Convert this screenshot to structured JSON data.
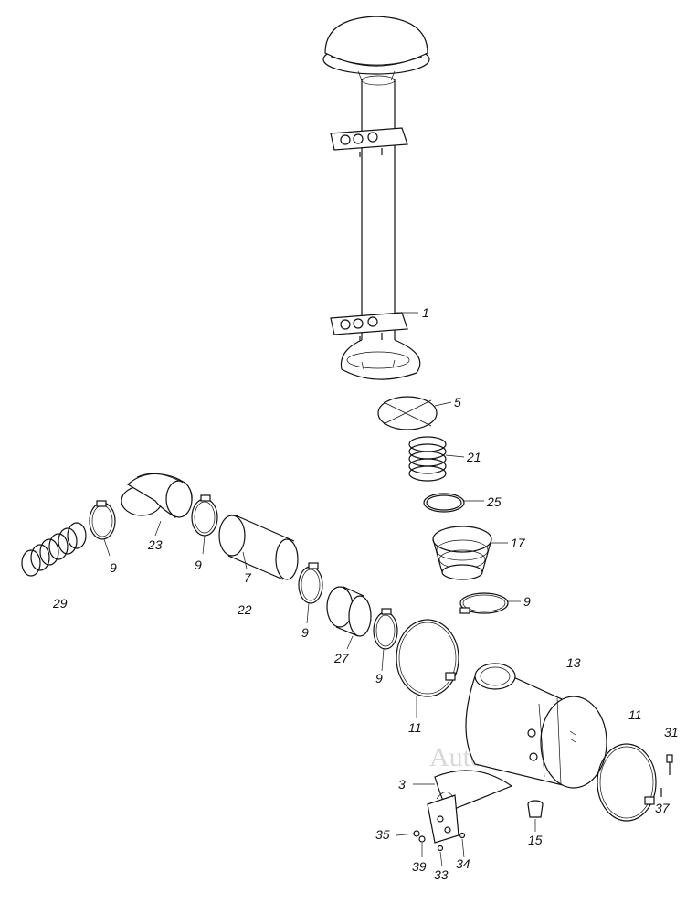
{
  "watermark": "Autocart",
  "callouts": [
    {
      "id": "c1",
      "text": "1"
    },
    {
      "id": "c5",
      "text": "5"
    },
    {
      "id": "c21",
      "text": "21"
    },
    {
      "id": "c25",
      "text": "25"
    },
    {
      "id": "c17",
      "text": "17"
    },
    {
      "id": "c9a",
      "text": "9"
    },
    {
      "id": "c13",
      "text": "13"
    },
    {
      "id": "c11r",
      "text": "11"
    },
    {
      "id": "c31",
      "text": "31"
    },
    {
      "id": "c37",
      "text": "37"
    },
    {
      "id": "c23",
      "text": "23"
    },
    {
      "id": "c9b",
      "text": "9"
    },
    {
      "id": "c9c",
      "text": "9"
    },
    {
      "id": "c7",
      "text": "7"
    },
    {
      "id": "c22",
      "text": "22"
    },
    {
      "id": "c29",
      "text": "29"
    },
    {
      "id": "c9d",
      "text": "9"
    },
    {
      "id": "c27",
      "text": "27"
    },
    {
      "id": "c9e",
      "text": "9"
    },
    {
      "id": "c11l",
      "text": "11"
    },
    {
      "id": "c3",
      "text": "3"
    },
    {
      "id": "c15",
      "text": "15"
    },
    {
      "id": "c35",
      "text": "35"
    },
    {
      "id": "c39",
      "text": "39"
    },
    {
      "id": "c33",
      "text": "33"
    },
    {
      "id": "c34",
      "text": "34"
    }
  ]
}
